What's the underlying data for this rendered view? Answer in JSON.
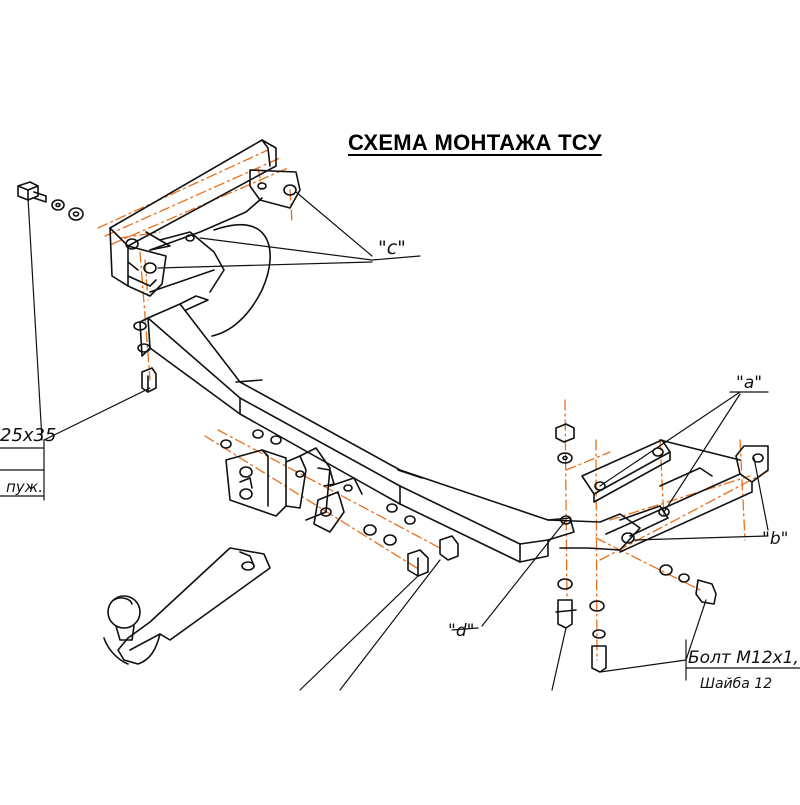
{
  "title": "СХЕМА МОНТАЖА ТСУ",
  "callouts": {
    "a": "\"a\"",
    "b": "\"b\"",
    "c": "\"c\"",
    "d": "\"d\""
  },
  "parts_table": {
    "left_row_1": "25x35",
    "left_row_2": "пуж.",
    "right_row_1": "Болт М12х1,",
    "right_row_2": "Шайба 12"
  },
  "colors": {
    "line": "#111111",
    "axis": "#e8701c"
  }
}
